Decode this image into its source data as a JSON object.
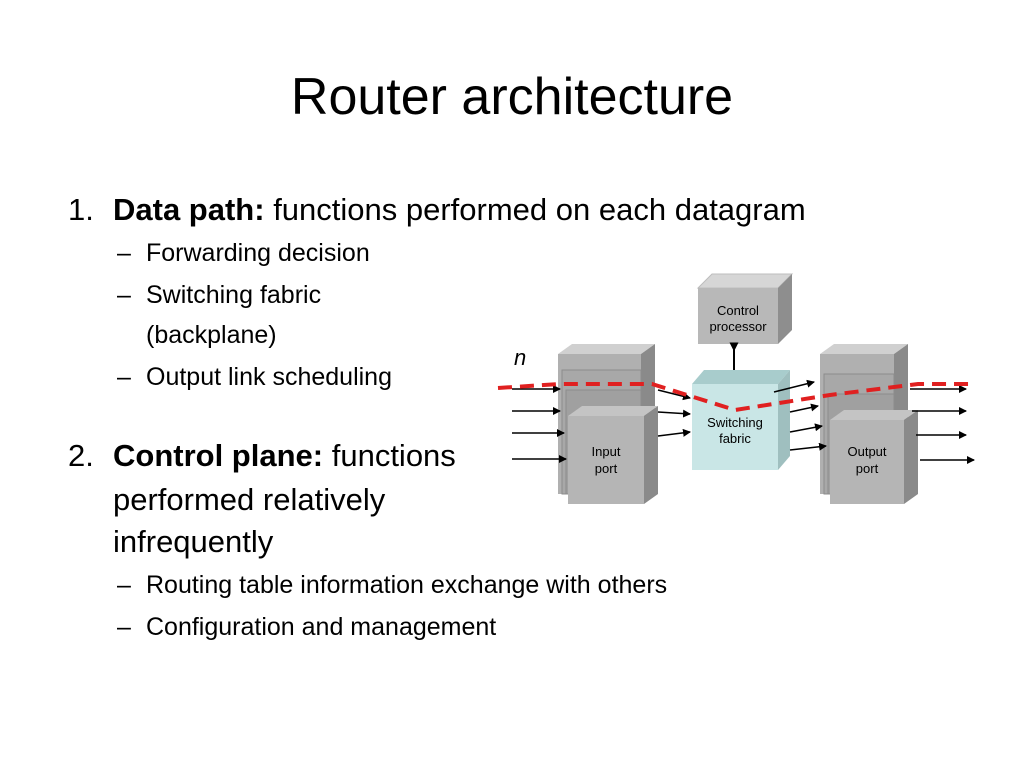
{
  "slide": {
    "title": "Router architecture",
    "sections": [
      {
        "number": "1.",
        "label": "Data path:",
        "text_line1": " functions performed on each datagram",
        "bullets": [
          "Forwarding decision",
          "Switching fabric",
          "(backplane)",
          "Output link scheduling"
        ]
      },
      {
        "number": "2.",
        "label": "Control plane:",
        "text_line1": " functions",
        "text_line2": "performed relatively",
        "text_line3": "infrequently",
        "bullets": [
          "Routing table information exchange with others",
          "Configuration and management"
        ]
      }
    ]
  },
  "diagram": {
    "control_label_1": "Control",
    "control_label_2": "processor",
    "switch_label_1": "Switching",
    "switch_label_2": "fabric",
    "input_label_1": "Input",
    "input_label_2": "port",
    "output_label_1": "Output",
    "output_label_2": "port",
    "path_label": "n",
    "path_color": "#e02020"
  }
}
